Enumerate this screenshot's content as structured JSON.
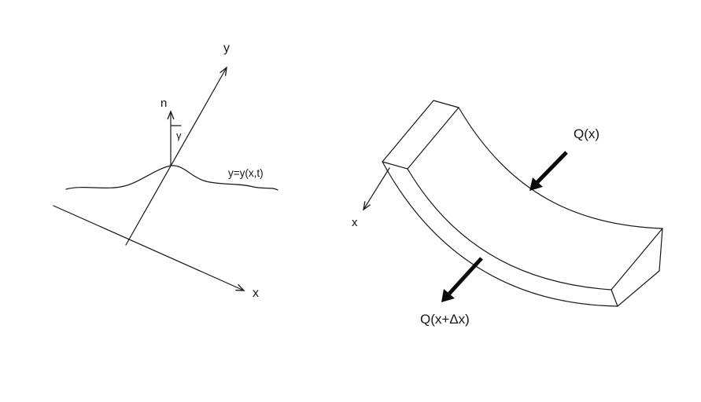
{
  "canvas": {
    "background": "#ffffff",
    "ink": "#161616"
  },
  "left_diagram": {
    "name": "free-surface coordinate diagram",
    "y_axis_label": "y",
    "x_axis_label": "x",
    "normal_vector_label": "n",
    "angle_label": "γ",
    "free_surface_label": "y=y(x,t)"
  },
  "right_diagram": {
    "name": "curved channel control volume",
    "x_axis_label": "x",
    "inflow_label": "Q(x)",
    "outflow_label": "Q(x+Δx)"
  }
}
